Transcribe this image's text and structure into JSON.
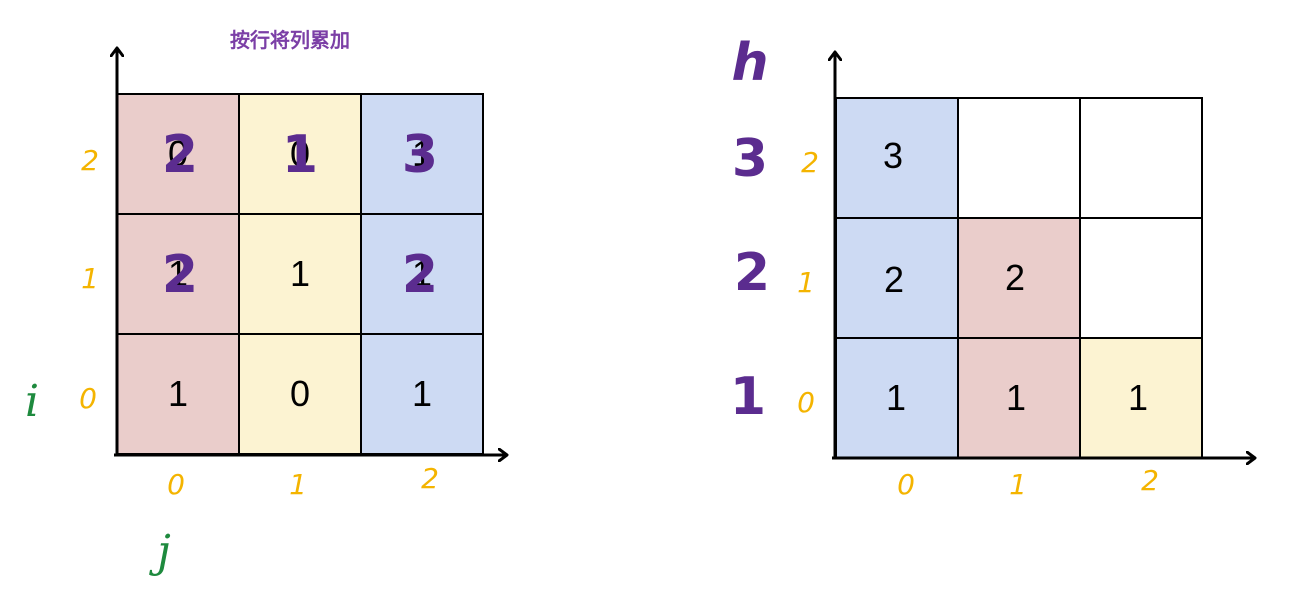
{
  "title": "按行将列累加",
  "colors": {
    "pink": "#eacdcb",
    "yellow": "#fcf3d2",
    "blue": "#cddaf3",
    "grid": "#000000",
    "axis_label": "#f4b400",
    "handwriting_purple": "#5b2c8f",
    "handwriting_green": "#1e8a3e"
  },
  "left": {
    "matrix": [
      [
        "1",
        "0",
        "1"
      ],
      [
        "1",
        "1",
        "1"
      ],
      [
        "0",
        "0",
        "1"
      ]
    ],
    "overlay": [
      [
        "",
        "",
        ""
      ],
      [
        "2",
        "",
        "2"
      ],
      [
        "2",
        "1",
        "3"
      ]
    ],
    "row_ticks": [
      "0",
      "1",
      "2"
    ],
    "col_ticks": [
      "0",
      "1",
      "2"
    ],
    "row_axis_label": "i",
    "col_axis_label": "j"
  },
  "right": {
    "matrix": [
      [
        "1",
        "1",
        "1"
      ],
      [
        "2",
        "2",
        ""
      ],
      [
        "3",
        "",
        ""
      ]
    ],
    "row_ticks": [
      "0",
      "1",
      "2"
    ],
    "col_ticks": [
      "0",
      "1",
      "2"
    ],
    "height_label": "h",
    "height_values": [
      "1",
      "2",
      "3"
    ]
  }
}
